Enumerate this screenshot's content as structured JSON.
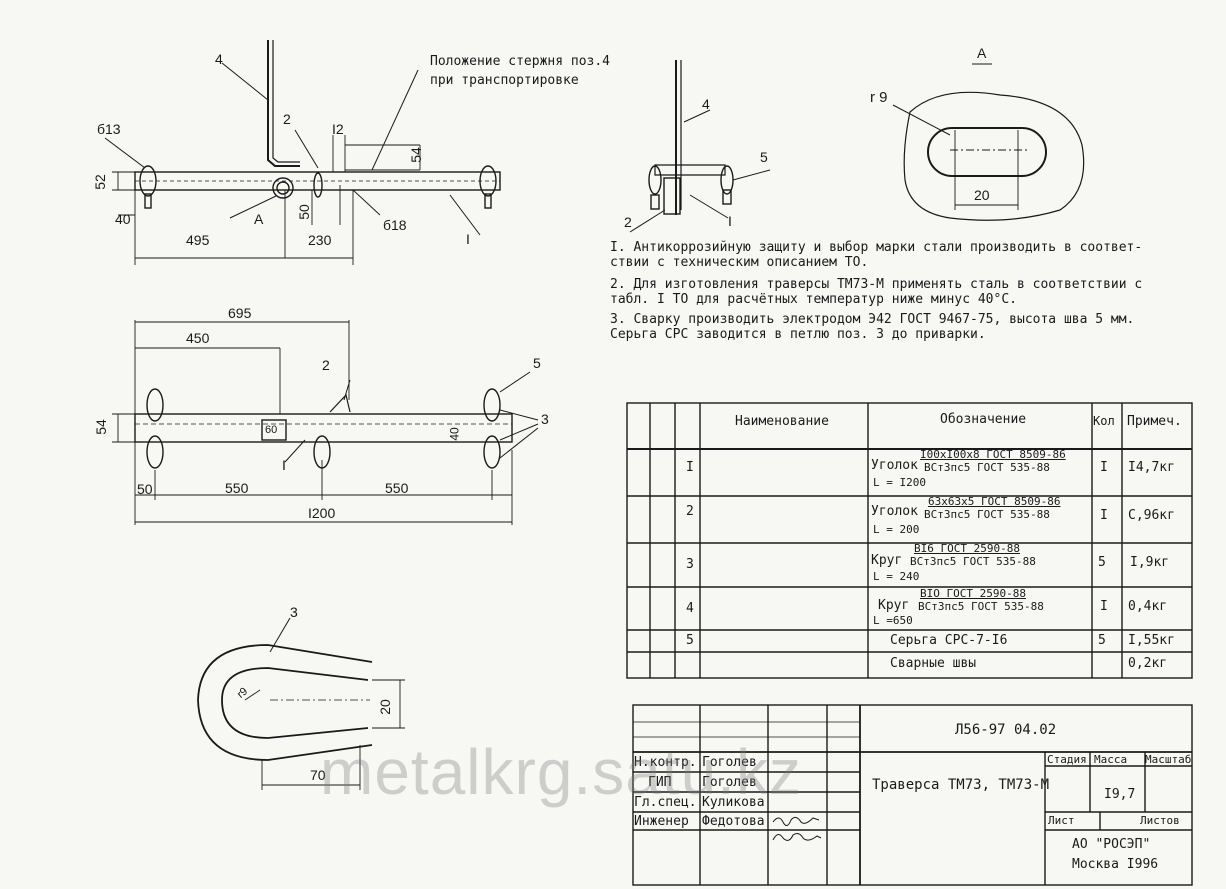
{
  "top_view": {
    "note_line1": "Положение стержня поз.4",
    "note_line2": "при транспортировке",
    "labels": {
      "p4": "4",
      "p2": "2",
      "d13": "б13",
      "d12": "I2",
      "d54": "54",
      "d52": "52",
      "d40": "40",
      "d50": "50",
      "p1": "I",
      "d495": "495",
      "d230": "230",
      "d18": "б18",
      "a": "A"
    }
  },
  "side_view": {
    "labels": {
      "p4": "4",
      "p5": "5",
      "p2": "2",
      "p1": "I"
    }
  },
  "detail_a": {
    "title": "A",
    "r9": "r 9",
    "d20": "20"
  },
  "notes": [
    "I. Антикоррозийную защиту и выбор марки стали производить в соответ-",
    "   ствии с техническим описанием ТО.",
    "2. Для изготовления траверсы ТМ73-М применять сталь в соответствии с",
    "   табл. I ТО для расчётных температур ниже минус 40°С.",
    "3. Сварку производить электродом Э42 ГОСТ 9467-75, высота шва 5 мм.",
    "   Серьга СРС заводится в петлю поз. 3 до приварки."
  ],
  "front_view": {
    "labels": {
      "d695": "695",
      "d450": "450",
      "p2": "2",
      "p5": "5",
      "p3": "3",
      "d54": "54",
      "d60": "60",
      "d40": "40",
      "p1": "I",
      "d50": "50",
      "d550a": "550",
      "d550b": "550",
      "d1200": "I200"
    }
  },
  "loop_view": {
    "labels": {
      "p3": "3",
      "r": "r9",
      "d20": "20",
      "d70": "70"
    }
  },
  "spec_table": {
    "headers": {
      "name": "Наименование",
      "designation": "Обозначение",
      "qty": "Кол",
      "note": "Примеч."
    },
    "rows": [
      {
        "pos": "I",
        "d_prefix": "Уголок",
        "d_num": "I00хI00х8 ГОСТ 8509-86",
        "d_den": "ВСт3пс5 ГОСТ 535-88",
        "d_len": "L = I200",
        "qty": "I",
        "note": "I4,7кг"
      },
      {
        "pos": "2",
        "d_prefix": "Уголок",
        "d_num": "63х63х5 ГОСТ 8509-86",
        "d_den": "ВСт3пс5 ГОСТ 535-88",
        "d_len": "L = 200",
        "qty": "I",
        "note": "С,96кг"
      },
      {
        "pos": "3",
        "d_prefix": "Круг",
        "d_num": "BI6 ГОСТ 2590-88",
        "d_den": "ВСт3пс5 ГОСТ 535-88",
        "d_len": "L = 240",
        "qty": "5",
        "note": "I,9кг"
      },
      {
        "pos": "4",
        "d_prefix": "Круг",
        "d_num": "BIO ГОСТ 2590-88",
        "d_den": "ВСт3пс5 ГОСТ 535-88",
        "d_len": "L =650",
        "qty": "I",
        "note": "0,4кг"
      },
      {
        "pos": "5",
        "d_prefix": "",
        "d_num": "",
        "d_den": "",
        "d_len": "Серьга СРС-7-I6",
        "qty": "5",
        "note": "I,55кг"
      },
      {
        "pos": "",
        "d_prefix": "",
        "d_num": "",
        "d_den": "",
        "d_len": "Сварные швы",
        "qty": "",
        "note": "0,2кг"
      }
    ]
  },
  "title_block": {
    "doc_code": "Л56-97 04.02",
    "roles": [
      {
        "role": "Н.контр.",
        "name": "Гоголев"
      },
      {
        "role": "ГИП",
        "name": "Гоголев"
      },
      {
        "role": "Гл.спец.",
        "name": "Куликова"
      },
      {
        "role": "Инженер",
        "name": "Федотова"
      }
    ],
    "title": "Траверса ТМ73, ТМ73-М",
    "stage_label": "Стадия",
    "mass_label": "Масса",
    "scale_label": "Масштаб",
    "mass_value": "I9,7",
    "sheet_label": "Лист",
    "sheets_label": "Листов",
    "org": "АО \"РОСЭП\"",
    "city_year": "Москва I996"
  },
  "watermark": "metalkrg.satu.kz"
}
